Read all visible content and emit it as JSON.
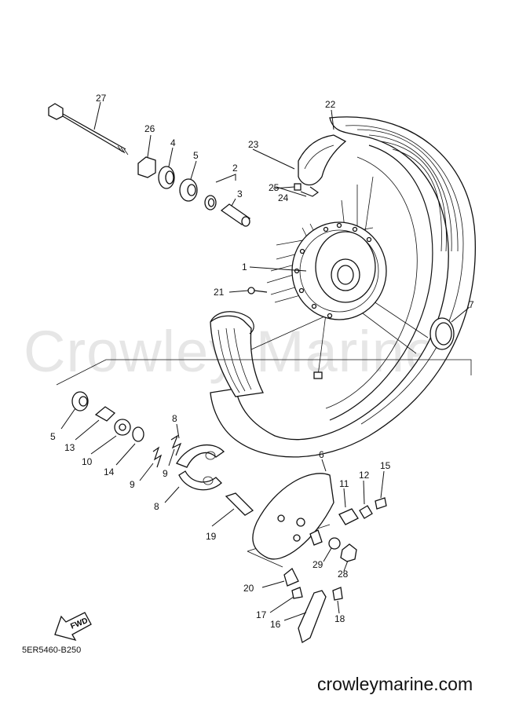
{
  "watermark": "Crowley Marine",
  "diagram_code": "5ER5460-B250",
  "site_url": "crowleymarine.com",
  "fwd_label": "FWD",
  "parts": {
    "p1": "1",
    "p2": "2",
    "p3": "3",
    "p4": "4",
    "p5a": "5",
    "p5b": "5",
    "p6": "6",
    "p7": "7",
    "p8a": "8",
    "p8b": "8",
    "p9a": "9",
    "p9b": "9",
    "p10": "10",
    "p11": "11",
    "p12": "12",
    "p13": "13",
    "p14": "14",
    "p15": "15",
    "p16": "16",
    "p17": "17",
    "p18": "18",
    "p19": "19",
    "p20": "20",
    "p21": "21",
    "p22": "22",
    "p23": "23",
    "p24": "24",
    "p25": "25",
    "p26": "26",
    "p27": "27",
    "p28": "28",
    "p29": "29"
  }
}
